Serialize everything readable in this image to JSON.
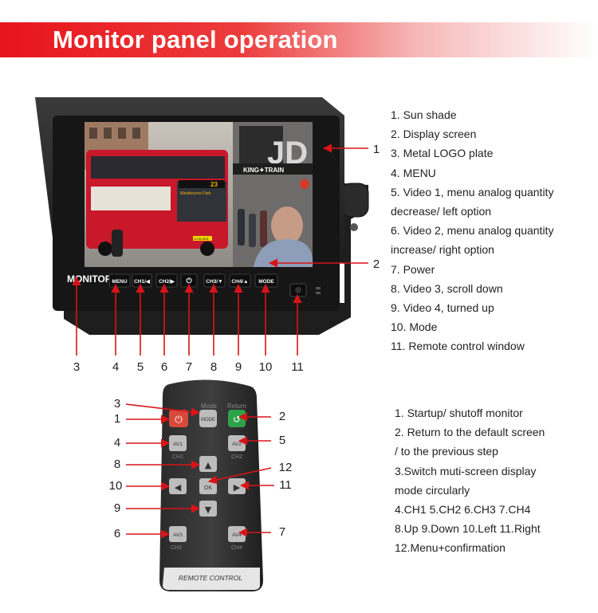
{
  "banner": {
    "title": "Monitor panel operation"
  },
  "monitor": {
    "logo": "MONITOR",
    "buttons": [
      "MENU",
      "CH1/◀",
      "CH2/▶",
      "⏻",
      "CH3/▼",
      "CH4/▲",
      "MODE"
    ],
    "screen_text": {
      "bus_route": "23",
      "bus_dest": "Westbourne Park",
      "station_sign": "KING✦TRAIN",
      "bus_plate": "LK16 ADS"
    }
  },
  "monitor_callouts": [
    "1",
    "2",
    "3",
    "4",
    "5",
    "6",
    "7",
    "8",
    "9",
    "10",
    "11"
  ],
  "monitor_legend": [
    "1. Sun shade",
    "2. Display screen",
    "3. Metal LOGO plate",
    "4. MENU",
    "5. Video 1, menu analog quantity",
    "decrease/ left option",
    "6. Video 2, menu analog quantity",
    "increase/ right option",
    "7. Power",
    "8. Video 3, scroll down",
    "9. Video 4, turned up",
    "10. Mode",
    "11. Remote control window"
  ],
  "remote": {
    "top_labels": {
      "mode": "Mode",
      "return": "Return"
    },
    "buttons": {
      "mode": "MODE",
      "av1": "AV1",
      "av2": "AV2",
      "ok": "OK",
      "av3": "AV3",
      "av4": "AV4"
    },
    "sub_labels": {
      "ch1": "CH1",
      "ch2": "CH2",
      "ch3": "CH3",
      "ch4": "CH4"
    },
    "footer": "REMOTE CONTROL"
  },
  "remote_callouts": [
    "1",
    "2",
    "3",
    "4",
    "5",
    "6",
    "7",
    "8",
    "9",
    "10",
    "11",
    "12"
  ],
  "remote_legend": [
    "1. Startup/  shutoff monitor",
    "2. Return to the default screen",
    "/ to the previous step",
    "3.Switch muti-screen display",
    "mode circularly",
    "4.CH1   5.CH2  6.CH3 7.CH4",
    "8.Up  9.Down 10.Left 11.Right",
    "12.Menu+confirmation"
  ],
  "colors": {
    "banner_red": "#e8141c",
    "arrow_red": "#d81418",
    "power_red": "#d9493b",
    "return_green": "#2ea24a"
  }
}
